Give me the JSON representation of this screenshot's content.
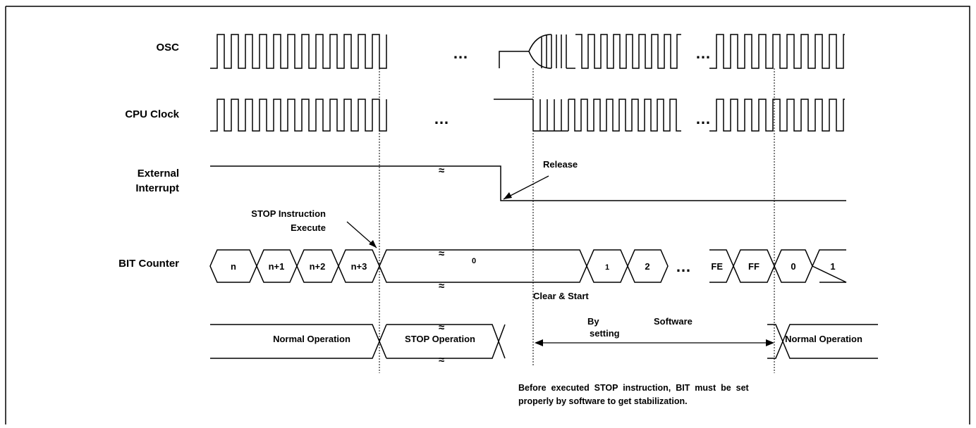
{
  "signals": {
    "osc": "OSC",
    "cpu_clock": "CPU Clock",
    "ext_int_line1": "External",
    "ext_int_line2": "Interrupt",
    "bit_counter": "BIT Counter"
  },
  "annotations": {
    "stop_instr_line1": "STOP Instruction",
    "stop_instr_line2": "Execute",
    "release": "Release",
    "clear_start": "Clear & Start",
    "by": "By",
    "software": "Software",
    "setting": "setting",
    "note_line1": "Before  executed  STOP  instruction,  BIT  must  be  set",
    "note_line2": "properly by software to get stabilization."
  },
  "ellipsis": "…",
  "bit_counter_values": {
    "n": "n",
    "n1": "n+1",
    "n2": "n+2",
    "n3": "n+3",
    "zero": "0",
    "one": "1",
    "two": "2",
    "fe": "FE",
    "ff": "FF",
    "zero_b": "0",
    "one_b": "1"
  },
  "operations": {
    "normal_1": "Normal Operation",
    "stop": "STOP Operation",
    "normal_2": "Normal Operation"
  },
  "colors": {
    "line": "#000000",
    "background": "#ffffff"
  }
}
